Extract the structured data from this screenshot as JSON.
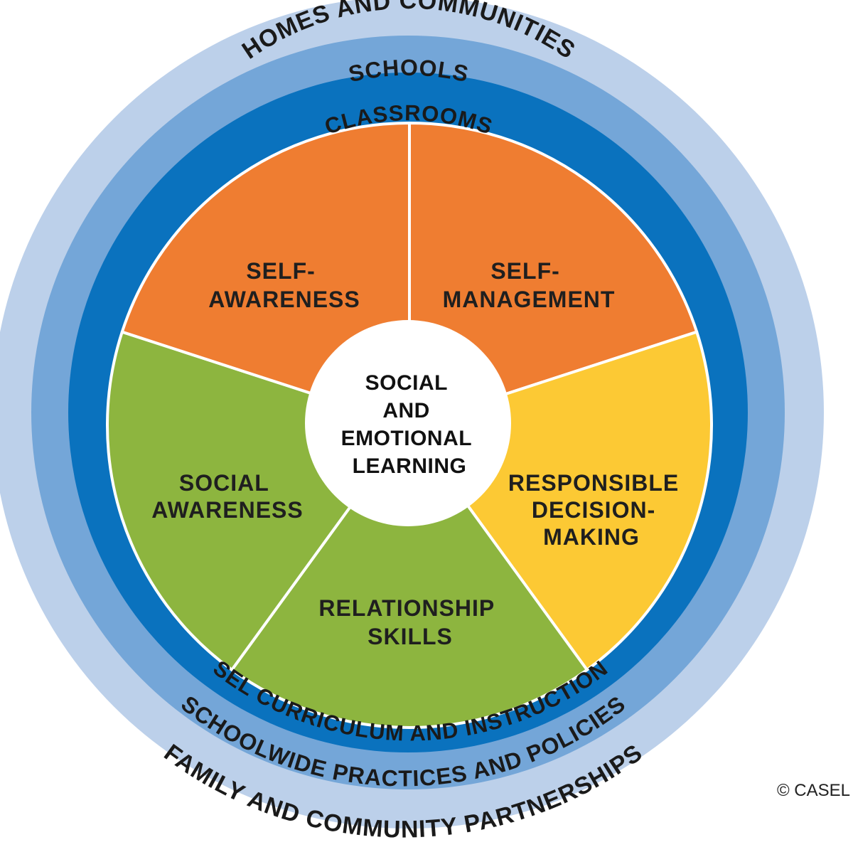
{
  "rings": {
    "outer_top": "HOMES AND COMMUNITIES",
    "middle_top": "SCHOOLS",
    "inner_top": "CLASSROOMS",
    "inner_bottom": "SEL CURRICULUM AND INSTRUCTION",
    "middle_bottom": "SCHOOLWIDE PRACTICES AND POLICIES",
    "outer_bottom": "FAMILY AND COMMUNITY PARTNERSHIPS"
  },
  "segments": {
    "self_awareness": [
      "SELF-",
      "AWARENESS"
    ],
    "self_management": [
      "SELF-",
      "MANAGEMENT"
    ],
    "responsible_decision_making": [
      "RESPONSIBLE",
      "DECISION-",
      "MAKING"
    ],
    "relationship_skills": [
      "RELATIONSHIP",
      "SKILLS"
    ],
    "social_awareness": [
      "SOCIAL",
      "AWARENESS"
    ]
  },
  "center": [
    "SOCIAL",
    "AND",
    "EMOTIONAL",
    "LEARNING"
  ],
  "copyright": "© CASEL",
  "colors": {
    "outer_ring": "#bcd0ea",
    "middle_ring": "#74a6d8",
    "inner_ring": "#0a72be",
    "orange": "#ef7d31",
    "yellow": "#fcc934",
    "green": "#8db53f",
    "center": "#ffffff"
  }
}
